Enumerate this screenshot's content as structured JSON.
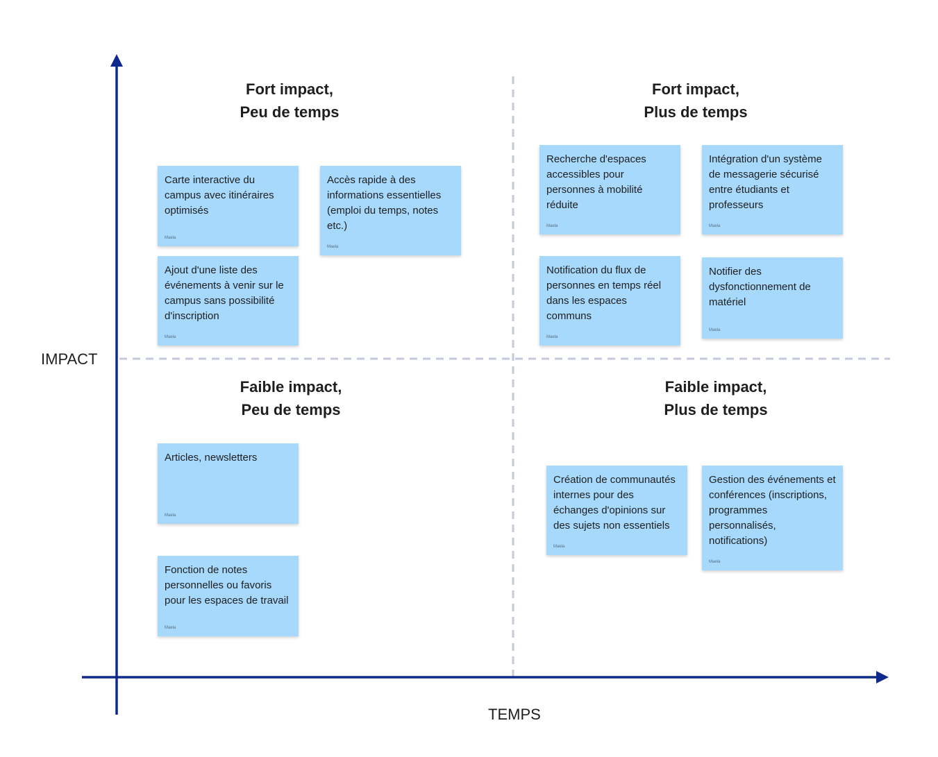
{
  "axes": {
    "y_label": "IMPACT",
    "x_label": "TEMPS",
    "axis_color": "#0f2a8c",
    "divider_color": "#c5c9dc"
  },
  "quadrants": {
    "top_left": {
      "line1": "Fort impact,",
      "line2": "Peu de temps"
    },
    "top_right": {
      "line1": "Fort impact,",
      "line2": "Plus de temps"
    },
    "bottom_left": {
      "line1": "Faible impact,",
      "line2": "Peu de temps"
    },
    "bottom_right": {
      "line1": "Faible impact,",
      "line2": "Plus de temps"
    }
  },
  "note_color": "#a7d9fd",
  "notes": [
    {
      "text": "Carte interactive du campus avec itinéraires optimisés",
      "author": "Maela"
    },
    {
      "text": "Accès rapide à des informations essentielles (emploi du temps, notes etc.)",
      "author": "Maela"
    },
    {
      "text": "Ajout d'une liste des événements à venir sur le campus sans possibilité d'inscription",
      "author": "Maela"
    },
    {
      "text": " Recherche d'espaces accessibles pour personnes à mobilité réduite",
      "author": "Maela"
    },
    {
      "text": "Intégration d'un système de messagerie sécurisé entre étudiants et professeurs",
      "author": "Maela"
    },
    {
      "text": "Notification du flux de personnes en temps réel dans les espaces communs",
      "author": "Maela"
    },
    {
      "text": "Notifier des dysfonctionnement de matériel",
      "author": "Maela"
    },
    {
      "text": "Articles, newsletters",
      "author": "Maela"
    },
    {
      "text": "Fonction de notes personnelles ou favoris pour les espaces de travail",
      "author": "Maela"
    },
    {
      "text": "Création de communautés internes pour des échanges d'opinions sur des sujets non essentiels",
      "author": "Maela"
    },
    {
      "text": "Gestion des événements et conférences (inscriptions, programmes personnalisés, notifications)",
      "author": "Maela"
    }
  ]
}
